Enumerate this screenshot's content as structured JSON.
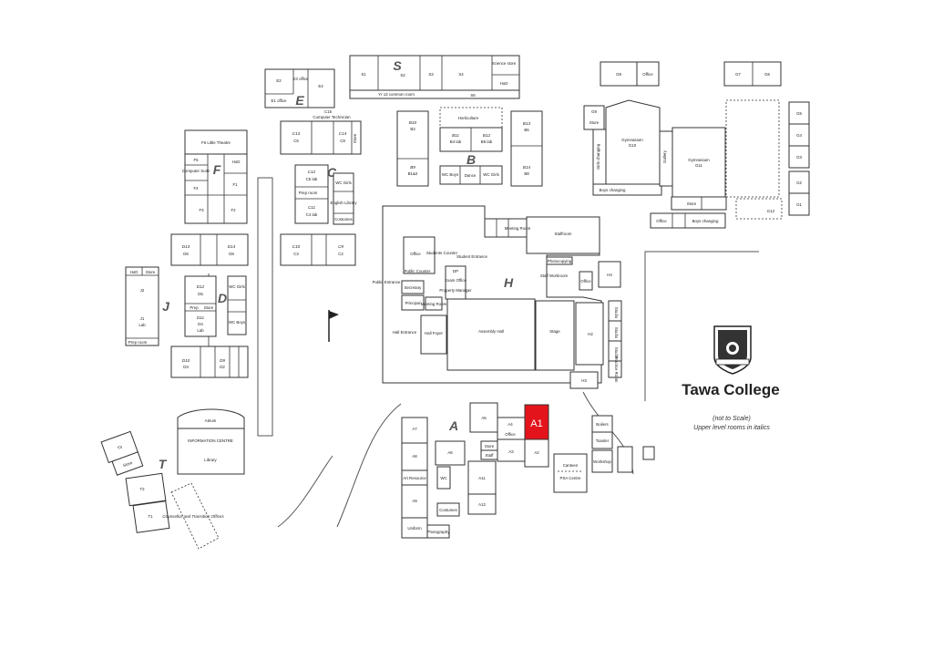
{
  "map": {
    "school_name": "Tawa College",
    "scale_note": "(not to Scale)",
    "upper_note": "Upper level rooms in italics",
    "highlight_label": "A1",
    "highlight_color": "#e3141b"
  },
  "blocks": {
    "s": "S",
    "e": "E",
    "b": "B",
    "c": "C",
    "f": "F",
    "d": "D",
    "j": "J",
    "h": "H",
    "a": "A",
    "t": "T"
  },
  "rooms": {
    "s1": "S1",
    "s2": "S2",
    "s3": "S3",
    "s4": "S4",
    "science_store": "Science store",
    "hod_s": "HoD",
    "yr13": "Yr 13 common room",
    "s6": "S6",
    "e2": "E2",
    "e3": "E3 office",
    "e4": "E4",
    "e1": "E1 office",
    "g8": "G8",
    "office_g": "Office",
    "g7": "G7",
    "g6": "G6",
    "g5": "G5",
    "g4": "G4",
    "g3": "G3",
    "g2": "G2",
    "g1": "G1",
    "g9": "G9",
    "store_g": "Store",
    "gym10a": "Gymnasium",
    "gym10b": "G10",
    "gym11a": "Gymnasium",
    "gym11b": "G11",
    "gallery": "Gallery",
    "girls_changing": "Girls changing",
    "boys_changing": "Boys changing",
    "g12": "G12",
    "office_g2": "Office",
    "computer_technician": "Computer Technician",
    "c15": "C15",
    "c13": "C13",
    "c6": "C6",
    "c14": "C14",
    "c8": "C8",
    "store_c": "Store",
    "c12": "C12",
    "c5lab": "C5 lab",
    "prep_c": "Prep room",
    "c11": "C11",
    "c4lab": "C4 lab",
    "wc_girls_c": "WC Girls",
    "english_library": "English Library",
    "costumes": "Costumes",
    "c10": "C10",
    "c3": "C3",
    "c9": "C9",
    "c2": "C2",
    "f6": "F6 Little Theatre",
    "f5": "F5",
    "hod_f": "HoD",
    "computer_suite": "Computer Suite",
    "f4": "F4",
    "f1": "F1",
    "f3": "F3",
    "f2": "F2",
    "b10a": "B10",
    "b3": "B3",
    "horticulture": "Horticulture",
    "b11": "B11",
    "b4lab": "B4 lab",
    "b12": "B12",
    "b5lab": "B5 lab",
    "b13": "B13",
    "b6": "B6",
    "b9": "B9",
    "b1b2": "B1&2",
    "wc_boys_b": "WC Boys",
    "dance": "Dance",
    "wc_girls_b": "WC Girls",
    "b14": "B14",
    "b8": "B8",
    "d13": "D13",
    "d6": "D6",
    "d14": "D14",
    "d8": "D8",
    "d12": "D12",
    "d5": "D5",
    "prep_d": "Prep",
    "store_d": "Store",
    "d11": "D11",
    "d4": "D4",
    "lab_d": "Lab",
    "wc_girls_d": "WC Girls",
    "wc_boys_d": "WC Boys",
    "d10": "D10",
    "d3": "D3",
    "d9": "D9",
    "d2": "D2",
    "hod_j": "HoD",
    "store_j": "Store",
    "j2": "J2",
    "j1": "J1",
    "lab_j": "Lab",
    "prep_j": "Prep room",
    "staffroom": "Staffroom",
    "student_entrance": "Student Entrance",
    "meeting_room": "Meeting Room",
    "photocopying": "Photocopying",
    "staff_workroom": "Staff Workroom",
    "office_h": "Office",
    "sec_office": "Office",
    "students_counter": "Students Counter",
    "public_entrance": "Public Entrance",
    "public_counter": "Public Counter",
    "secretary": "Secretary",
    "principal": "Principal",
    "meeting_room2": "Meeting Room",
    "dp": "DP",
    "exam_office": "Exam Office",
    "property_manager": "Property Manager",
    "assembly_hall": "Assembly Hall",
    "stage": "Stage",
    "h2": "H2",
    "h4": "H4",
    "h3": "H3",
    "hall_entrance": "Hall Entrance",
    "hall_foyer": "Hall Foyer",
    "studio1": "Studio",
    "studio2": "Studio",
    "studio3": "Studio",
    "practice_room": "Practice Room",
    "a5": "A5",
    "a4": "A4",
    "office_a": "Office",
    "a3": "A3",
    "a2": "A2",
    "a6": "A6",
    "store_a": "Store",
    "staff_a": "Staff",
    "a7": "A7",
    "a8": "A8",
    "art_resource": "Art Resource",
    "a9": "A9",
    "uniform": "Uniform",
    "photography": "Photography",
    "a11": "A11",
    "a12": "A12",
    "costumes_a": "Costumes",
    "wc_a": "WC",
    "boilers": "Boilers",
    "toaster": "Toaster",
    "workshop": "Workshop",
    "canteen": "Canteen",
    "psa_centre": "PSA Centre",
    "atrium": "Atrium",
    "information_centre": "INFORMATION CENTRE",
    "library": "Library",
    "t3": "T3",
    "store_t": "Store",
    "t2": "T2",
    "t1": "T1",
    "counsellor": "Counsellor and Transition Offices"
  },
  "icons": {
    "crest": "school-crest-icon",
    "flag": "flagpole-icon"
  }
}
